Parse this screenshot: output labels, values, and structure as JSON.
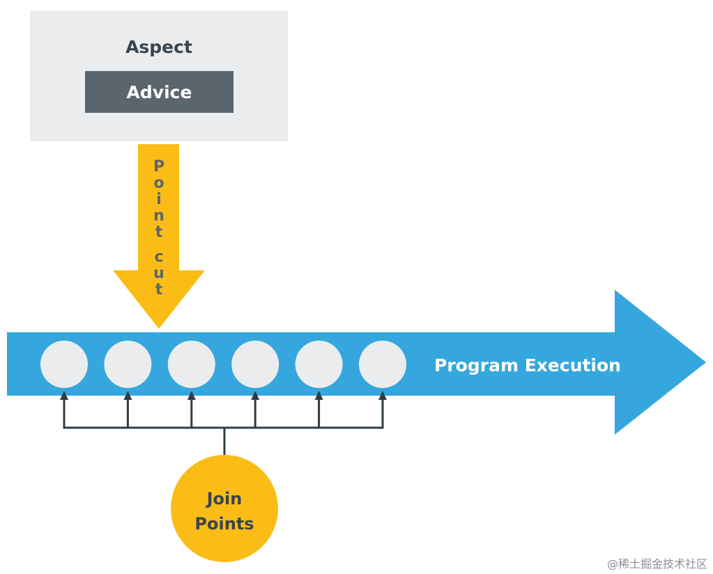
{
  "aspect": {
    "title": "Aspect",
    "advice_label": "Advice"
  },
  "pointcut": {
    "label": "Point cut"
  },
  "execution": {
    "label": "Program Execution",
    "join_point_count": 6
  },
  "join_points": {
    "label_line1": "Join",
    "label_line2": "Points"
  },
  "watermark": "@稀土掘金技术社区",
  "colors": {
    "execution_blue": "#35a7de",
    "pointcut_yellow": "#fbbc16",
    "aspect_bg": "#ebecee",
    "advice_bg": "#5a656e",
    "dark_text": "#37454f",
    "connector": "#2e3d47"
  }
}
